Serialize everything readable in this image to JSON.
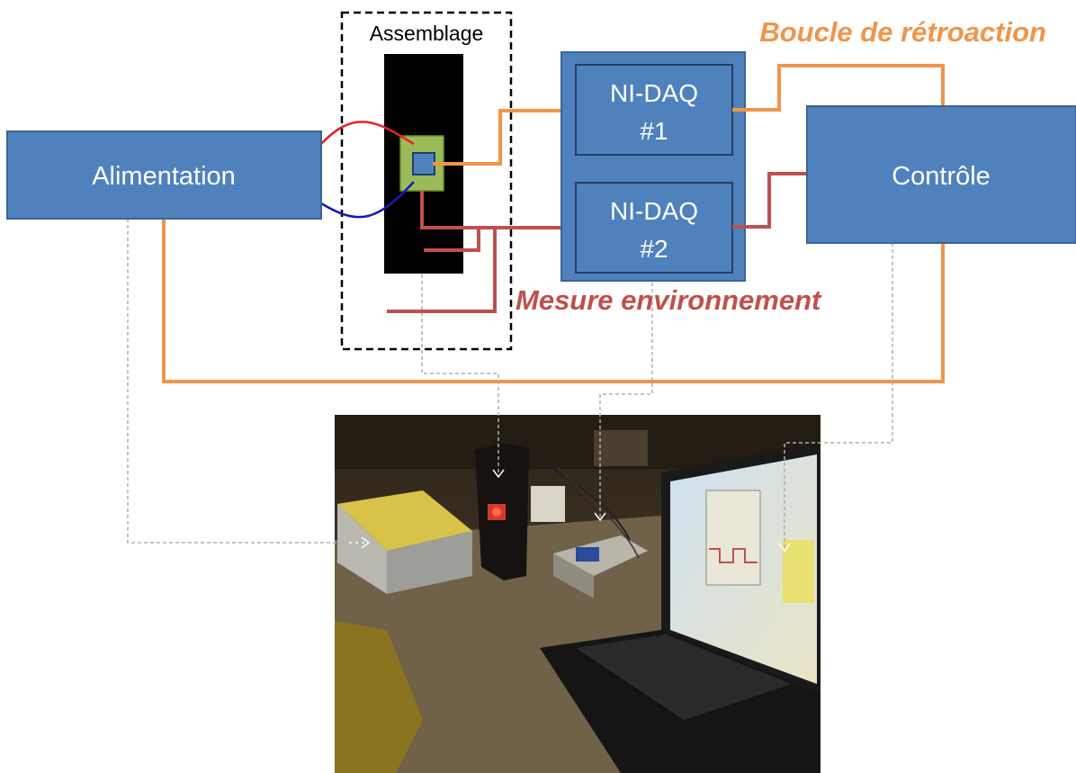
{
  "boxes": {
    "power": "Alimentation",
    "daq1_line1": "NI-DAQ",
    "daq1_line2": "#1",
    "daq2_line1": "NI-DAQ",
    "daq2_line2": "#2",
    "control": "Contrôle"
  },
  "assembly_label": "Assemblage",
  "annotations": {
    "feedback": "Boucle de rétroaction",
    "environment": "Mesure environnement"
  },
  "colors": {
    "box_fill": "#4f81bd",
    "box_stroke": "#3a6496",
    "daq_group_fill": "#4f81bd",
    "feedback": "#f0954a",
    "environment": "#c0504d",
    "wire_red": "#e8202a",
    "wire_blue": "#1818b8",
    "sensor_green": "#9bbb59",
    "leader": "#b0b0b0"
  },
  "photo_alt_icons": [
    "laptop-icon",
    "daq-module-icon",
    "power-supply-icon",
    "assembly-tower-icon"
  ]
}
